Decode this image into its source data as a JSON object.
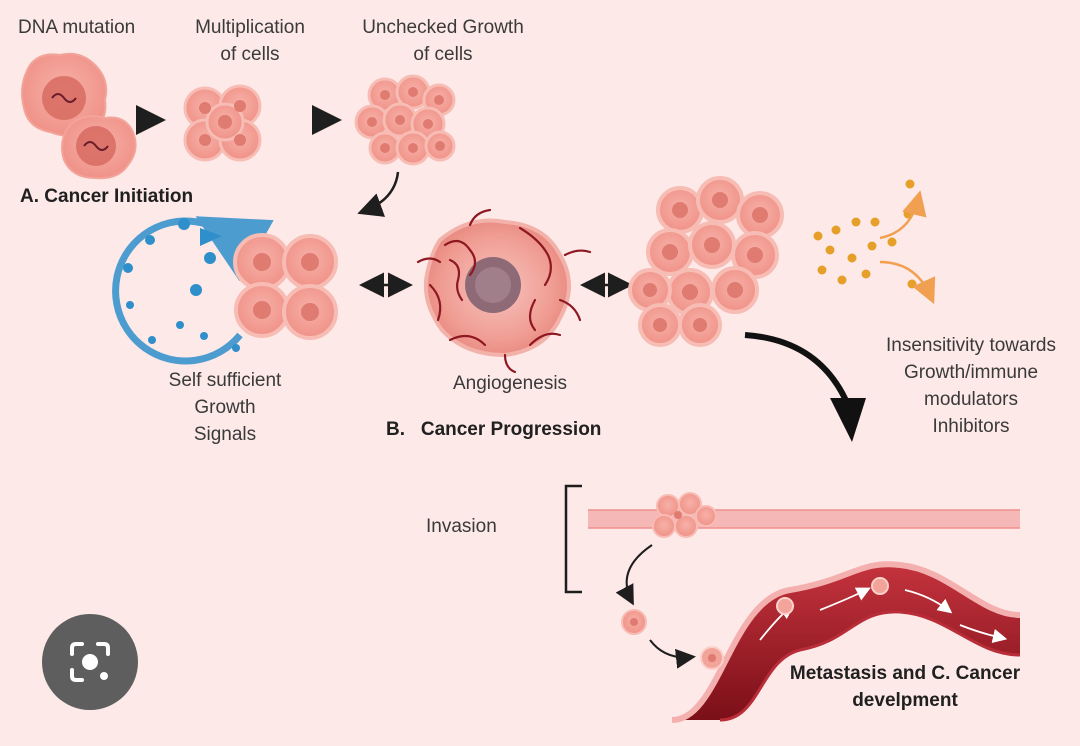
{
  "labels": {
    "dna_mutation": "DNA mutation",
    "multiplication_line1": "Multiplication",
    "multiplication_line2": "of cells",
    "unchecked_line1": "Unchecked Growth",
    "unchecked_line2": "of cells",
    "cancer_initiation": "A. Cancer Initiation",
    "self_sufficient_line1": "Self sufficient",
    "self_sufficient_line2": "Growth",
    "self_sufficient_line3": "Signals",
    "angiogenesis": "Angiogenesis",
    "cancer_progression_letter": "B.",
    "cancer_progression": "Cancer Progression",
    "insensitivity_line1": "Insensitivity towards",
    "insensitivity_line2": "Growth/immune",
    "insensitivity_line3": "modulators",
    "insensitivity_line4": "Inhibitors",
    "invasion": "Invasion",
    "metastasis_line1": "Metastasis and  C. Cancer",
    "metastasis_line2": "develpment"
  },
  "colors": {
    "background": "#fde9e8",
    "cell_fill": "#f29c92",
    "cell_nucleus": "#e0796d",
    "vessel": "#8e1822",
    "signal_blue": "#2f8fcb",
    "inhibitor_orange": "#e6a02a",
    "arrow": "#1e1e1e"
  },
  "icons": {
    "lens_button": "camera-search-icon"
  }
}
